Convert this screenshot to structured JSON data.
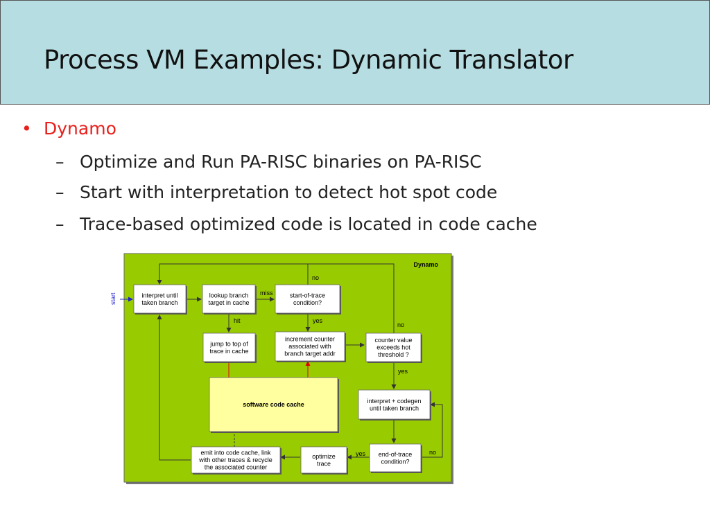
{
  "slide": {
    "title": "Process VM Examples: Dynamic Translator",
    "bullet": "Dynamo",
    "subbullets": [
      "Optimize and Run PA-RISC binaries on PA-RISC",
      "Start with interpretation to detect hot spot code",
      "Trace-based optimized code is located in code cache"
    ]
  },
  "diagram": {
    "panel_label": "Dynamo",
    "start_label": "start",
    "boxes": {
      "interpret": [
        "interpret until",
        "taken branch"
      ],
      "lookup": [
        "lookup branch",
        "target in cache"
      ],
      "start_trace": [
        "start-of-trace",
        "condition?"
      ],
      "jump": [
        "jump to top of",
        "trace in cache"
      ],
      "increment": [
        "increment counter",
        "associated with",
        "branch target addr"
      ],
      "counter": [
        "counter value",
        "exceeds hot",
        "threshold ?"
      ],
      "cache": [
        "software code cache"
      ],
      "codegen": [
        "interpret + codegen",
        "until taken branch"
      ],
      "emit": [
        "emit into code cache, link",
        "with other traces & recycle",
        "the associated counter"
      ],
      "optimize": [
        "optimize",
        "trace"
      ],
      "end_trace": [
        "end-of-trace",
        "condition?"
      ]
    },
    "edge_labels": {
      "miss": "miss",
      "hit": "hit",
      "no_top": "no",
      "yes_start": "yes",
      "no_counter": "no",
      "yes_counter": "yes",
      "yes_end": "yes",
      "no_end": "no"
    },
    "colors": {
      "panel": "#99cc00",
      "box": "#ffffff",
      "cache": "#ffffa0",
      "arrow": "#333333",
      "red_arrow": "#e00000",
      "start_text": "#2222cc"
    }
  }
}
